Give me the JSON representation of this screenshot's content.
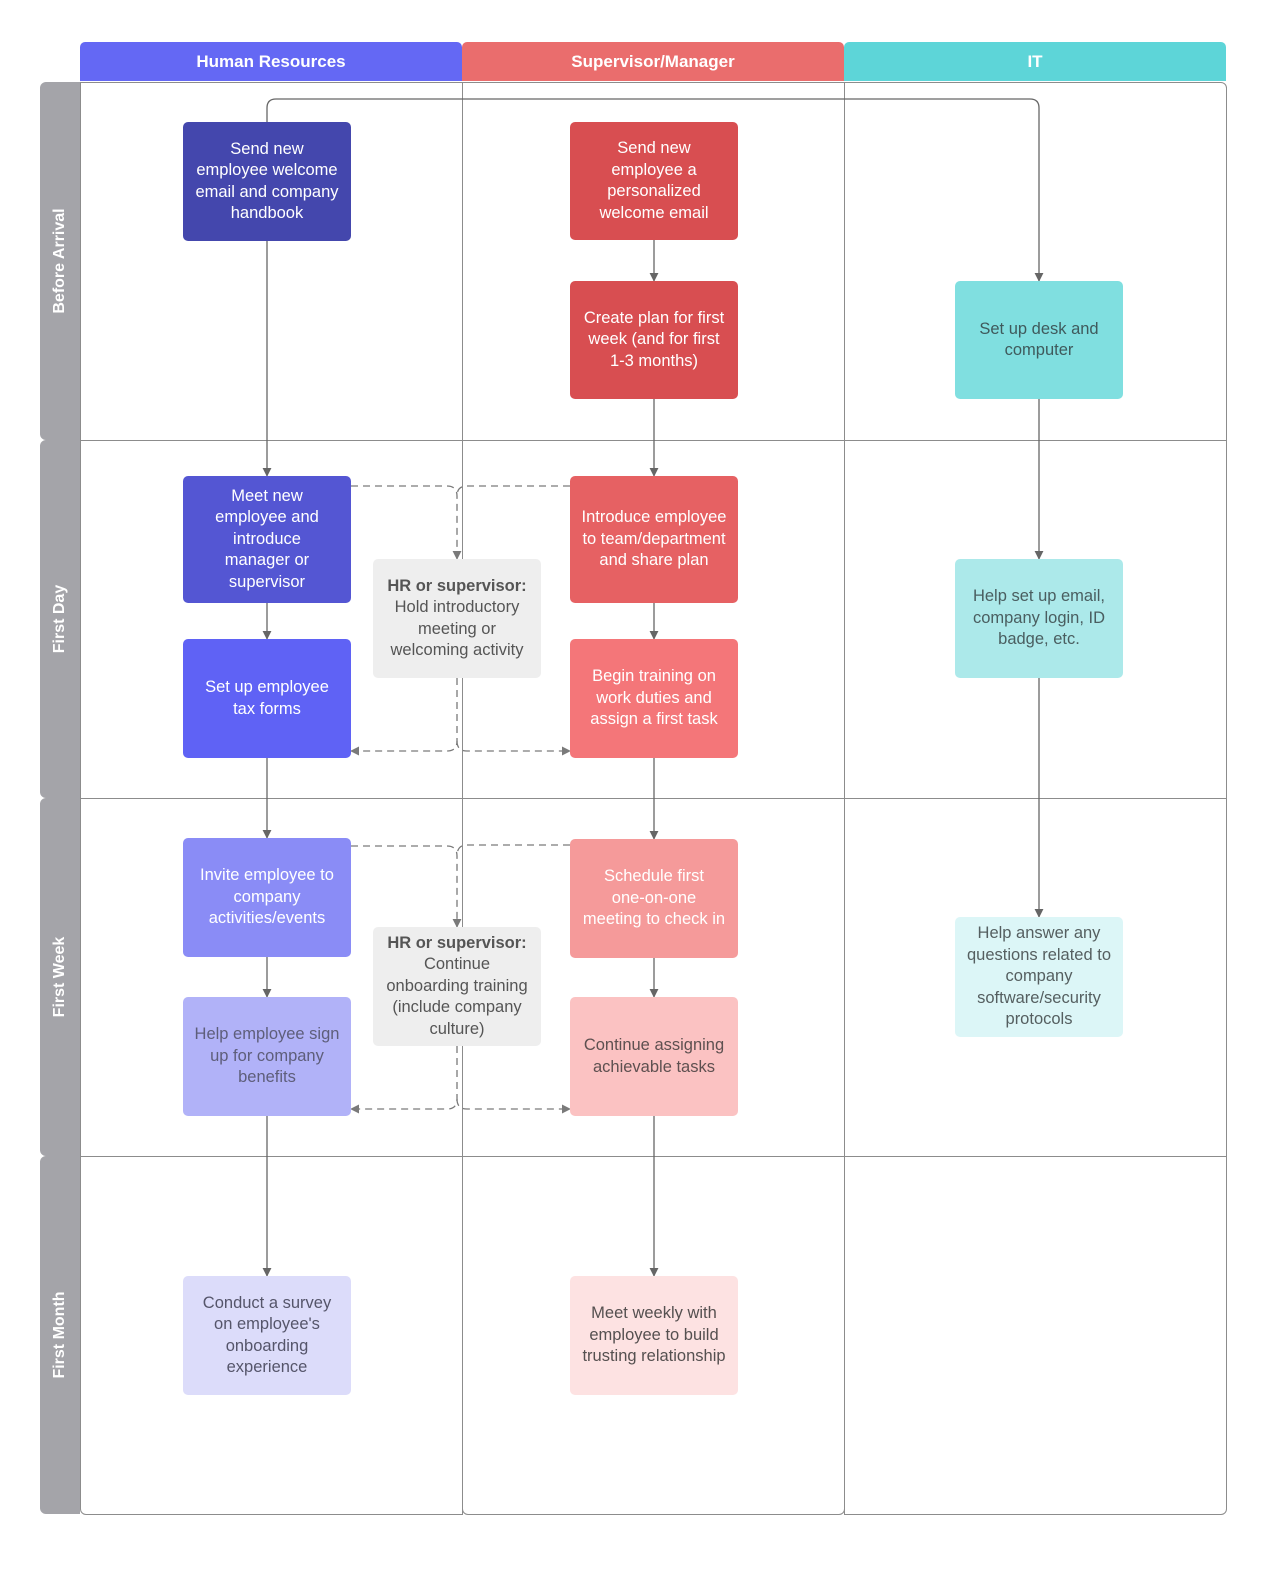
{
  "lanes": [
    {
      "label": "Human Resources",
      "color": "#6468f4"
    },
    {
      "label": "Supervisor/Manager",
      "color": "#ea6d6d"
    },
    {
      "label": "IT",
      "color": "#5dd5d8"
    }
  ],
  "rows": [
    "Before Arrival",
    "First Day",
    "First Week",
    "First Month"
  ],
  "colors": {
    "row_label_bg": "#a4a4a9",
    "grid_border": "#8c8c8c",
    "arrow": "#666666",
    "dashed_arrow": "#7a7a7a"
  },
  "nodes": {
    "hr_welcome": {
      "text": "Send new\nemployee welcome\nemail and company\nhandbook",
      "bg": "#4447ad",
      "fg": "#ffffff"
    },
    "hr_meet": {
      "text": "Meet new\nemployee and\nintroduce\nmanager or\nsupervisor",
      "bg": "#5456d3",
      "fg": "#ffffff"
    },
    "hr_tax": {
      "text": "Set up employee\ntax forms",
      "bg": "#5f62f5",
      "fg": "#ffffff"
    },
    "hr_invite": {
      "text": "Invite employee to\ncompany\nactivities/events",
      "bg": "#8a8cf6",
      "fg": "#ffffff"
    },
    "hr_benefits": {
      "text": "Help employee sign\nup for company\nbenefits",
      "bg": "#b1b2f8",
      "fg": "#5e5e7a"
    },
    "hr_survey": {
      "text": "Conduct a survey\non employee's\nonboarding\nexperience",
      "bg": "#dcdcfa",
      "fg": "#55556a"
    },
    "mgr_welcome": {
      "text": "Send new\nemployee a\npersonalized\nwelcome email",
      "bg": "#d84e51",
      "fg": "#ffffff"
    },
    "mgr_plan": {
      "text": "Create plan for first\nweek (and for first\n1-3 months)",
      "bg": "#d84e51",
      "fg": "#ffffff"
    },
    "mgr_intro": {
      "text": "Introduce employee\nto team/department\nand share plan",
      "bg": "#e66163",
      "fg": "#ffffff"
    },
    "mgr_training": {
      "text": "Begin training on\nwork duties and\nassign a first task",
      "bg": "#f47679",
      "fg": "#ffffff"
    },
    "mgr_schedule": {
      "text": "Schedule first\none-on-one\nmeeting to check in",
      "bg": "#f59a9a",
      "fg": "#ffffff"
    },
    "mgr_tasks": {
      "text": "Continue assigning\nachievable tasks",
      "bg": "#fbc2c2",
      "fg": "#5e5050"
    },
    "mgr_weekly": {
      "text": "Meet weekly with\nemployee to build\ntrusting relationship",
      "bg": "#fde2e2",
      "fg": "#555050"
    },
    "it_desk": {
      "text": "Set up desk and\ncomputer",
      "bg": "#80dfe0",
      "fg": "#3f5a5c"
    },
    "it_email": {
      "text": "Help set up email,\ncompany login, ID\nbadge, etc.",
      "bg": "#ace9ea",
      "fg": "#4a5e60"
    },
    "it_questions": {
      "text": "Help answer any\nquestions related to\ncompany\nsoftware/security\nprotocols",
      "bg": "#dcf6f7",
      "fg": "#555f60"
    },
    "shared_day": {
      "bold": "HR or supervisor:",
      "text": "Hold introductory\nmeeting or\nwelcoming activity",
      "bg": "#eeeeee",
      "fg": "#555555"
    },
    "shared_week": {
      "bold": "HR or supervisor:",
      "text": "Continue\nonboarding training\n(include company\nculture)",
      "bg": "#eeeeee",
      "fg": "#555555"
    }
  }
}
